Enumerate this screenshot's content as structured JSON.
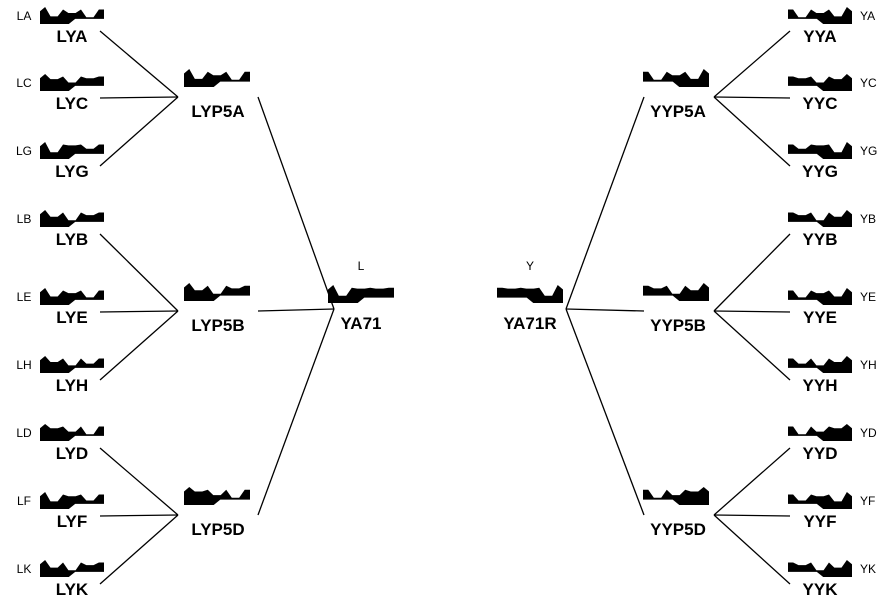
{
  "left": {
    "root": {
      "code": "YA71",
      "tag": "L"
    },
    "groups": [
      {
        "mid": "LYP5A",
        "leaves": [
          {
            "tag": "LA",
            "code": "LYA"
          },
          {
            "tag": "LC",
            "code": "LYC"
          },
          {
            "tag": "LG",
            "code": "LYG"
          }
        ]
      },
      {
        "mid": "LYP5B",
        "leaves": [
          {
            "tag": "LB",
            "code": "LYB"
          },
          {
            "tag": "LE",
            "code": "LYE"
          },
          {
            "tag": "LH",
            "code": "LYH"
          }
        ]
      },
      {
        "mid": "LYP5D",
        "leaves": [
          {
            "tag": "LD",
            "code": "LYD"
          },
          {
            "tag": "LF",
            "code": "LYF"
          },
          {
            "tag": "LK",
            "code": "LYK"
          }
        ]
      }
    ]
  },
  "right": {
    "root": {
      "code": "YA71R",
      "tag": "Y"
    },
    "groups": [
      {
        "mid": "YYP5A",
        "leaves": [
          {
            "tag": "YA",
            "code": "YYA"
          },
          {
            "tag": "YC",
            "code": "YYC"
          },
          {
            "tag": "YG",
            "code": "YYG"
          }
        ]
      },
      {
        "mid": "YYP5B",
        "leaves": [
          {
            "tag": "YB",
            "code": "YYB"
          },
          {
            "tag": "YE",
            "code": "YYE"
          },
          {
            "tag": "YH",
            "code": "YYH"
          }
        ]
      },
      {
        "mid": "YYP5D",
        "leaves": [
          {
            "tag": "YD",
            "code": "YYD"
          },
          {
            "tag": "YF",
            "code": "YYF"
          },
          {
            "tag": "YK",
            "code": "YYK"
          }
        ]
      }
    ]
  },
  "colors": {
    "ink": "#000000",
    "background": "#ffffff"
  }
}
